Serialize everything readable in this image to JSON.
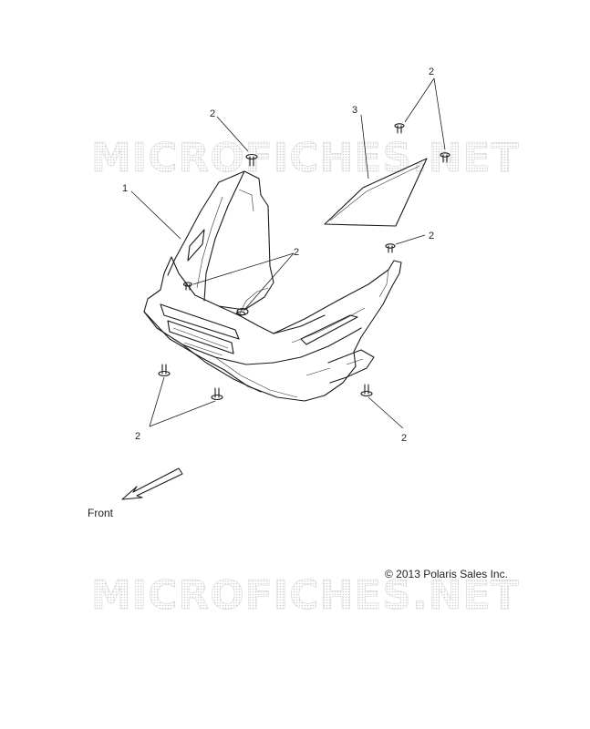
{
  "watermark": {
    "text": "MICROFICHES.NET"
  },
  "callouts": {
    "c1": "1",
    "c2_top": "2",
    "c2_topright": "2",
    "c2_right": "2",
    "c2_center": "2",
    "c2_bottomleft": "2",
    "c2_bottomright": "2",
    "c3": "3"
  },
  "direction": {
    "label": "Front"
  },
  "copyright": {
    "text": "© 2013 Polaris Sales Inc."
  }
}
